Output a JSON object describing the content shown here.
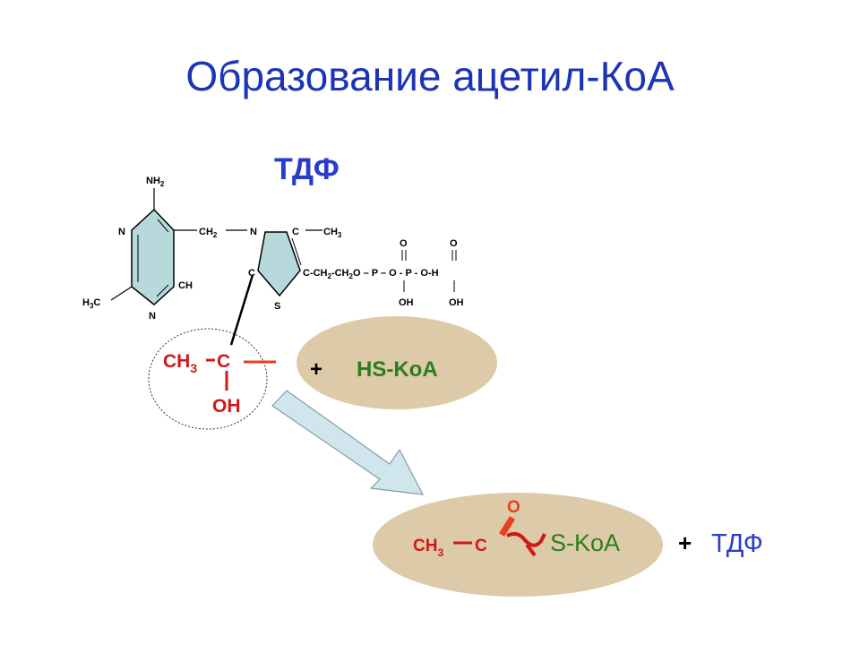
{
  "slide": {
    "title": "Образование  ацетил-КоА",
    "tdf_heading": "ТДФ"
  },
  "molecule": {
    "nh": "NH",
    "nh_sub": "2",
    "n_left": "N",
    "n_bottom": "N",
    "ch_ring": "CH",
    "h3c_h": "H",
    "h3c_sub": "3",
    "h3c_c": "C",
    "ch2_bridge": "CH",
    "ch2_bridge_sub": "2",
    "n_thiazole": "N",
    "c_top": "C",
    "ch3_top": "CH",
    "ch3_top_sub": "3",
    "c_left": "C",
    "s_ring": "S",
    "chain_a": "C-CH",
    "chain_sub1": "2",
    "chain_b": "-CH",
    "chain_sub2": "2",
    "chain_c": "O – P – O - P - O-H",
    "o_top1": "O",
    "o_top2": "O",
    "eq1": "=",
    "eq2": "=",
    "oh1": "OH",
    "oh2": "OH"
  },
  "intermediate": {
    "ch": "CH",
    "sub": "3",
    "c": "C",
    "oh": "OH"
  },
  "reactant": {
    "plus": "+",
    "label": "HS-KoA"
  },
  "product": {
    "o": "O",
    "ch": "CH",
    "sub": "3",
    "c": "C",
    "skoa": "S-KoA",
    "plus": "+",
    "tdf": "ТДФ"
  },
  "colors": {
    "title_blue": "#1c35b8",
    "tdf_blue": "#2a3ccc",
    "red": "#d01818",
    "orange_red": "#e8401c",
    "green": "#2e7d1c",
    "ellipse_fill": "#dccaa8",
    "ring_fill": "#b7d9dc",
    "arrow_fill": "#cfe6ec"
  }
}
